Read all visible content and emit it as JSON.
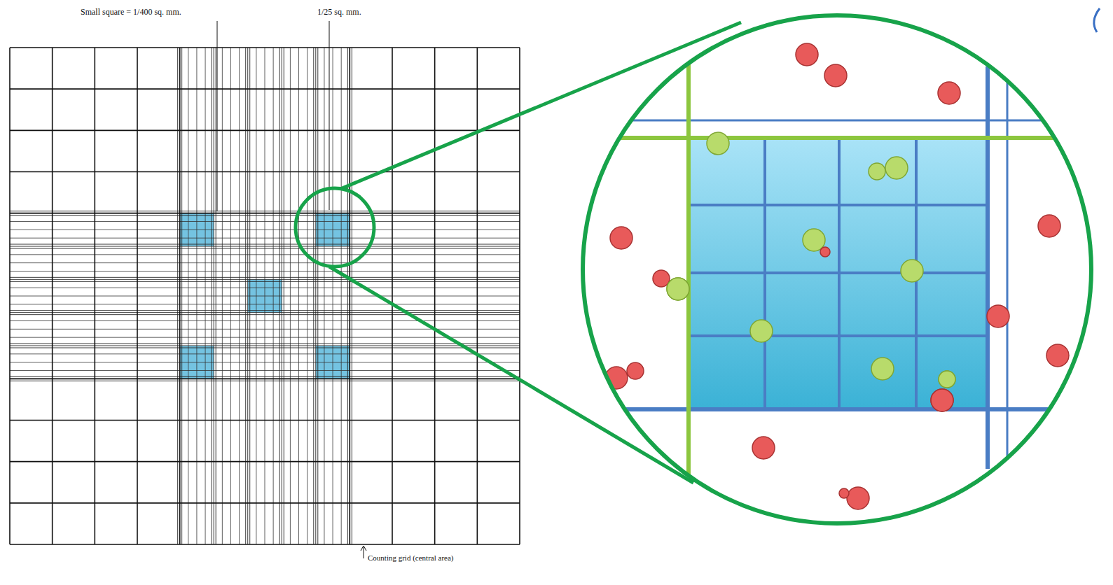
{
  "diagram": {
    "labels": [
      "Small square = 1/400 sq. mm.",
      "1/25 sq. mm.",
      "Counting grid (central area)"
    ]
  }
}
